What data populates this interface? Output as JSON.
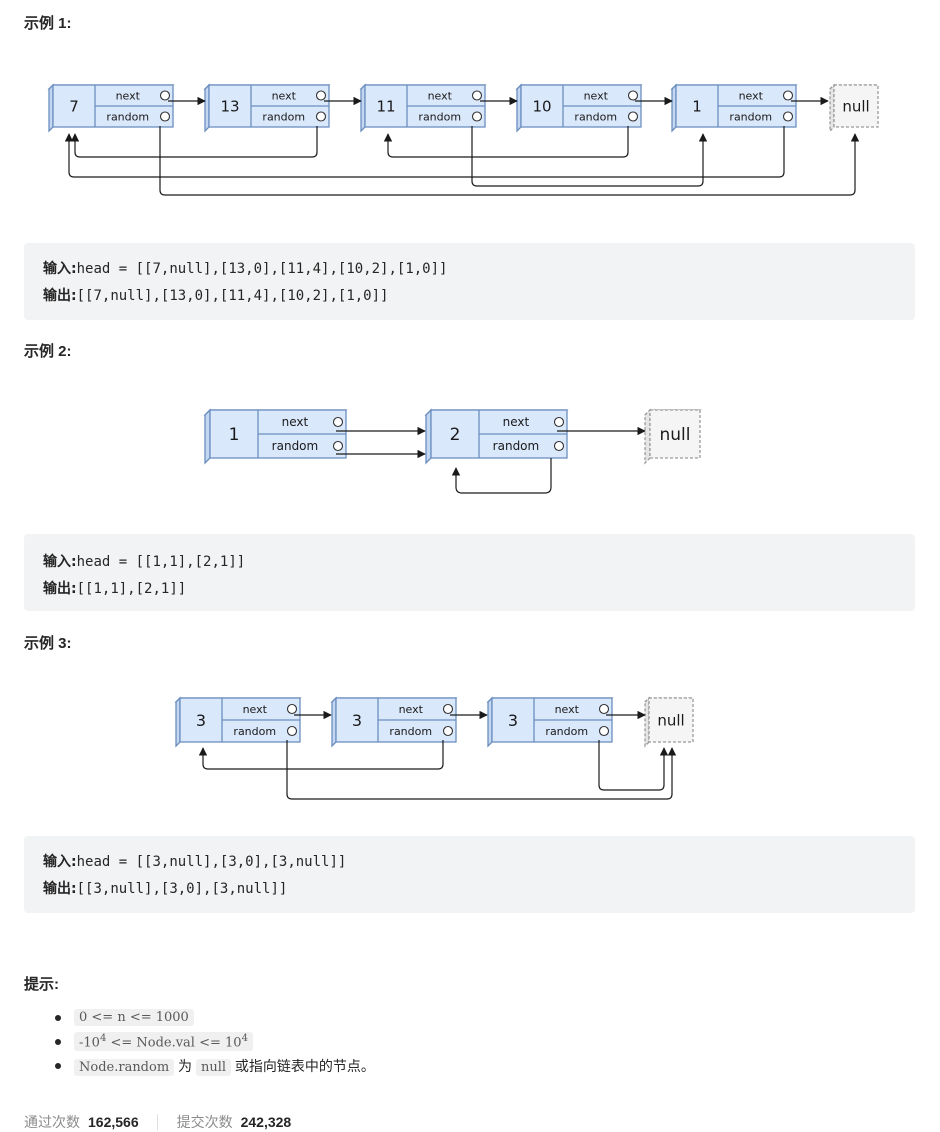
{
  "example1": {
    "heading": "示例 1:",
    "nodes": [
      "7",
      "13",
      "11",
      "10",
      "1"
    ],
    "next_label": "next",
    "random_label": "random",
    "null_label": "null",
    "input_label": "输入:",
    "input_value": "head = [[7,null],[13,0],[11,4],[10,2],[1,0]]",
    "output_label": "输出:",
    "output_value": "[[7,null],[13,0],[11,4],[10,2],[1,0]]"
  },
  "example2": {
    "heading": "示例 2:",
    "nodes": [
      "1",
      "2"
    ],
    "next_label": "next",
    "random_label": "random",
    "null_label": "null",
    "input_label": "输入:",
    "input_value": "head = [[1,1],[2,1]]",
    "output_label": "输出:",
    "output_value": "[[1,1],[2,1]]"
  },
  "example3": {
    "heading": "示例 3:",
    "nodes": [
      "3",
      "3",
      "3"
    ],
    "next_label": "next",
    "random_label": "random",
    "null_label": "null",
    "input_label": "输入:",
    "input_value": "head = [[3,null],[3,0],[3,null]]",
    "output_label": "输出:",
    "output_value": "[[3,null],[3,0],[3,null]]"
  },
  "constraints": {
    "heading": "提示:",
    "items": [
      {
        "code": "0 <= n <= 1000"
      },
      {
        "code_prefix": "-10",
        "code_sup": "4",
        "code_mid": " <= Node.val <= 10",
        "code_sup2": "4"
      },
      {
        "code1": "Node.random",
        "text1": " 为 ",
        "code2": "null",
        "text2": " 或指向链表中的节点。"
      }
    ]
  },
  "stats": {
    "accepted_label": "通过次数",
    "accepted_value": "162,566",
    "submissions_label": "提交次数",
    "submissions_value": "242,328"
  }
}
